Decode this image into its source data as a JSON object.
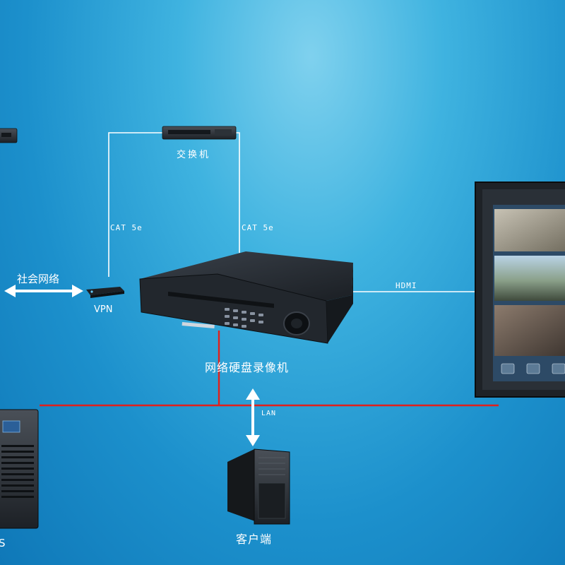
{
  "nodes": {
    "switch_label": "交换机",
    "vpn_label": "VPN",
    "nvr_label": "网络硬盘录像机",
    "client_label": "客户端",
    "ups_label_fragment": "S"
  },
  "links": {
    "cat5e_left": "CAT 5e",
    "cat5e_right": "CAT 5e",
    "hdmi": "HDMI",
    "lan": "LAN",
    "internet": "社会网络"
  },
  "colors": {
    "lan_line": "#e0201c",
    "cable": "#ffffff",
    "background": "#2aa6dc"
  }
}
